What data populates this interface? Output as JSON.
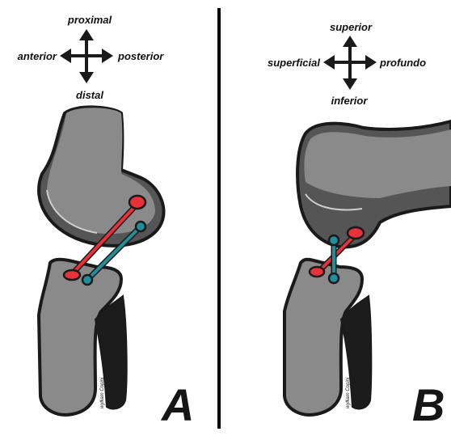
{
  "panel_a": {
    "label": "A",
    "directions": {
      "up": "proximal",
      "down": "distal",
      "left": "anterior",
      "right": "posterior"
    },
    "credit": "wylliam Copini"
  },
  "panel_b": {
    "label": "B",
    "directions": {
      "up": "superior",
      "down": "inferior",
      "left": "superficial",
      "right": "profundo"
    },
    "credit": "wylliam Copini"
  },
  "colors": {
    "bone": "#8a8a8a",
    "bone_dark": "#555555",
    "outline": "#1a1a1a",
    "fibula": "#1c1c1c",
    "ligament_red": "#e8323a",
    "ligament_teal": "#1f8f9c",
    "divider": "#000000"
  }
}
